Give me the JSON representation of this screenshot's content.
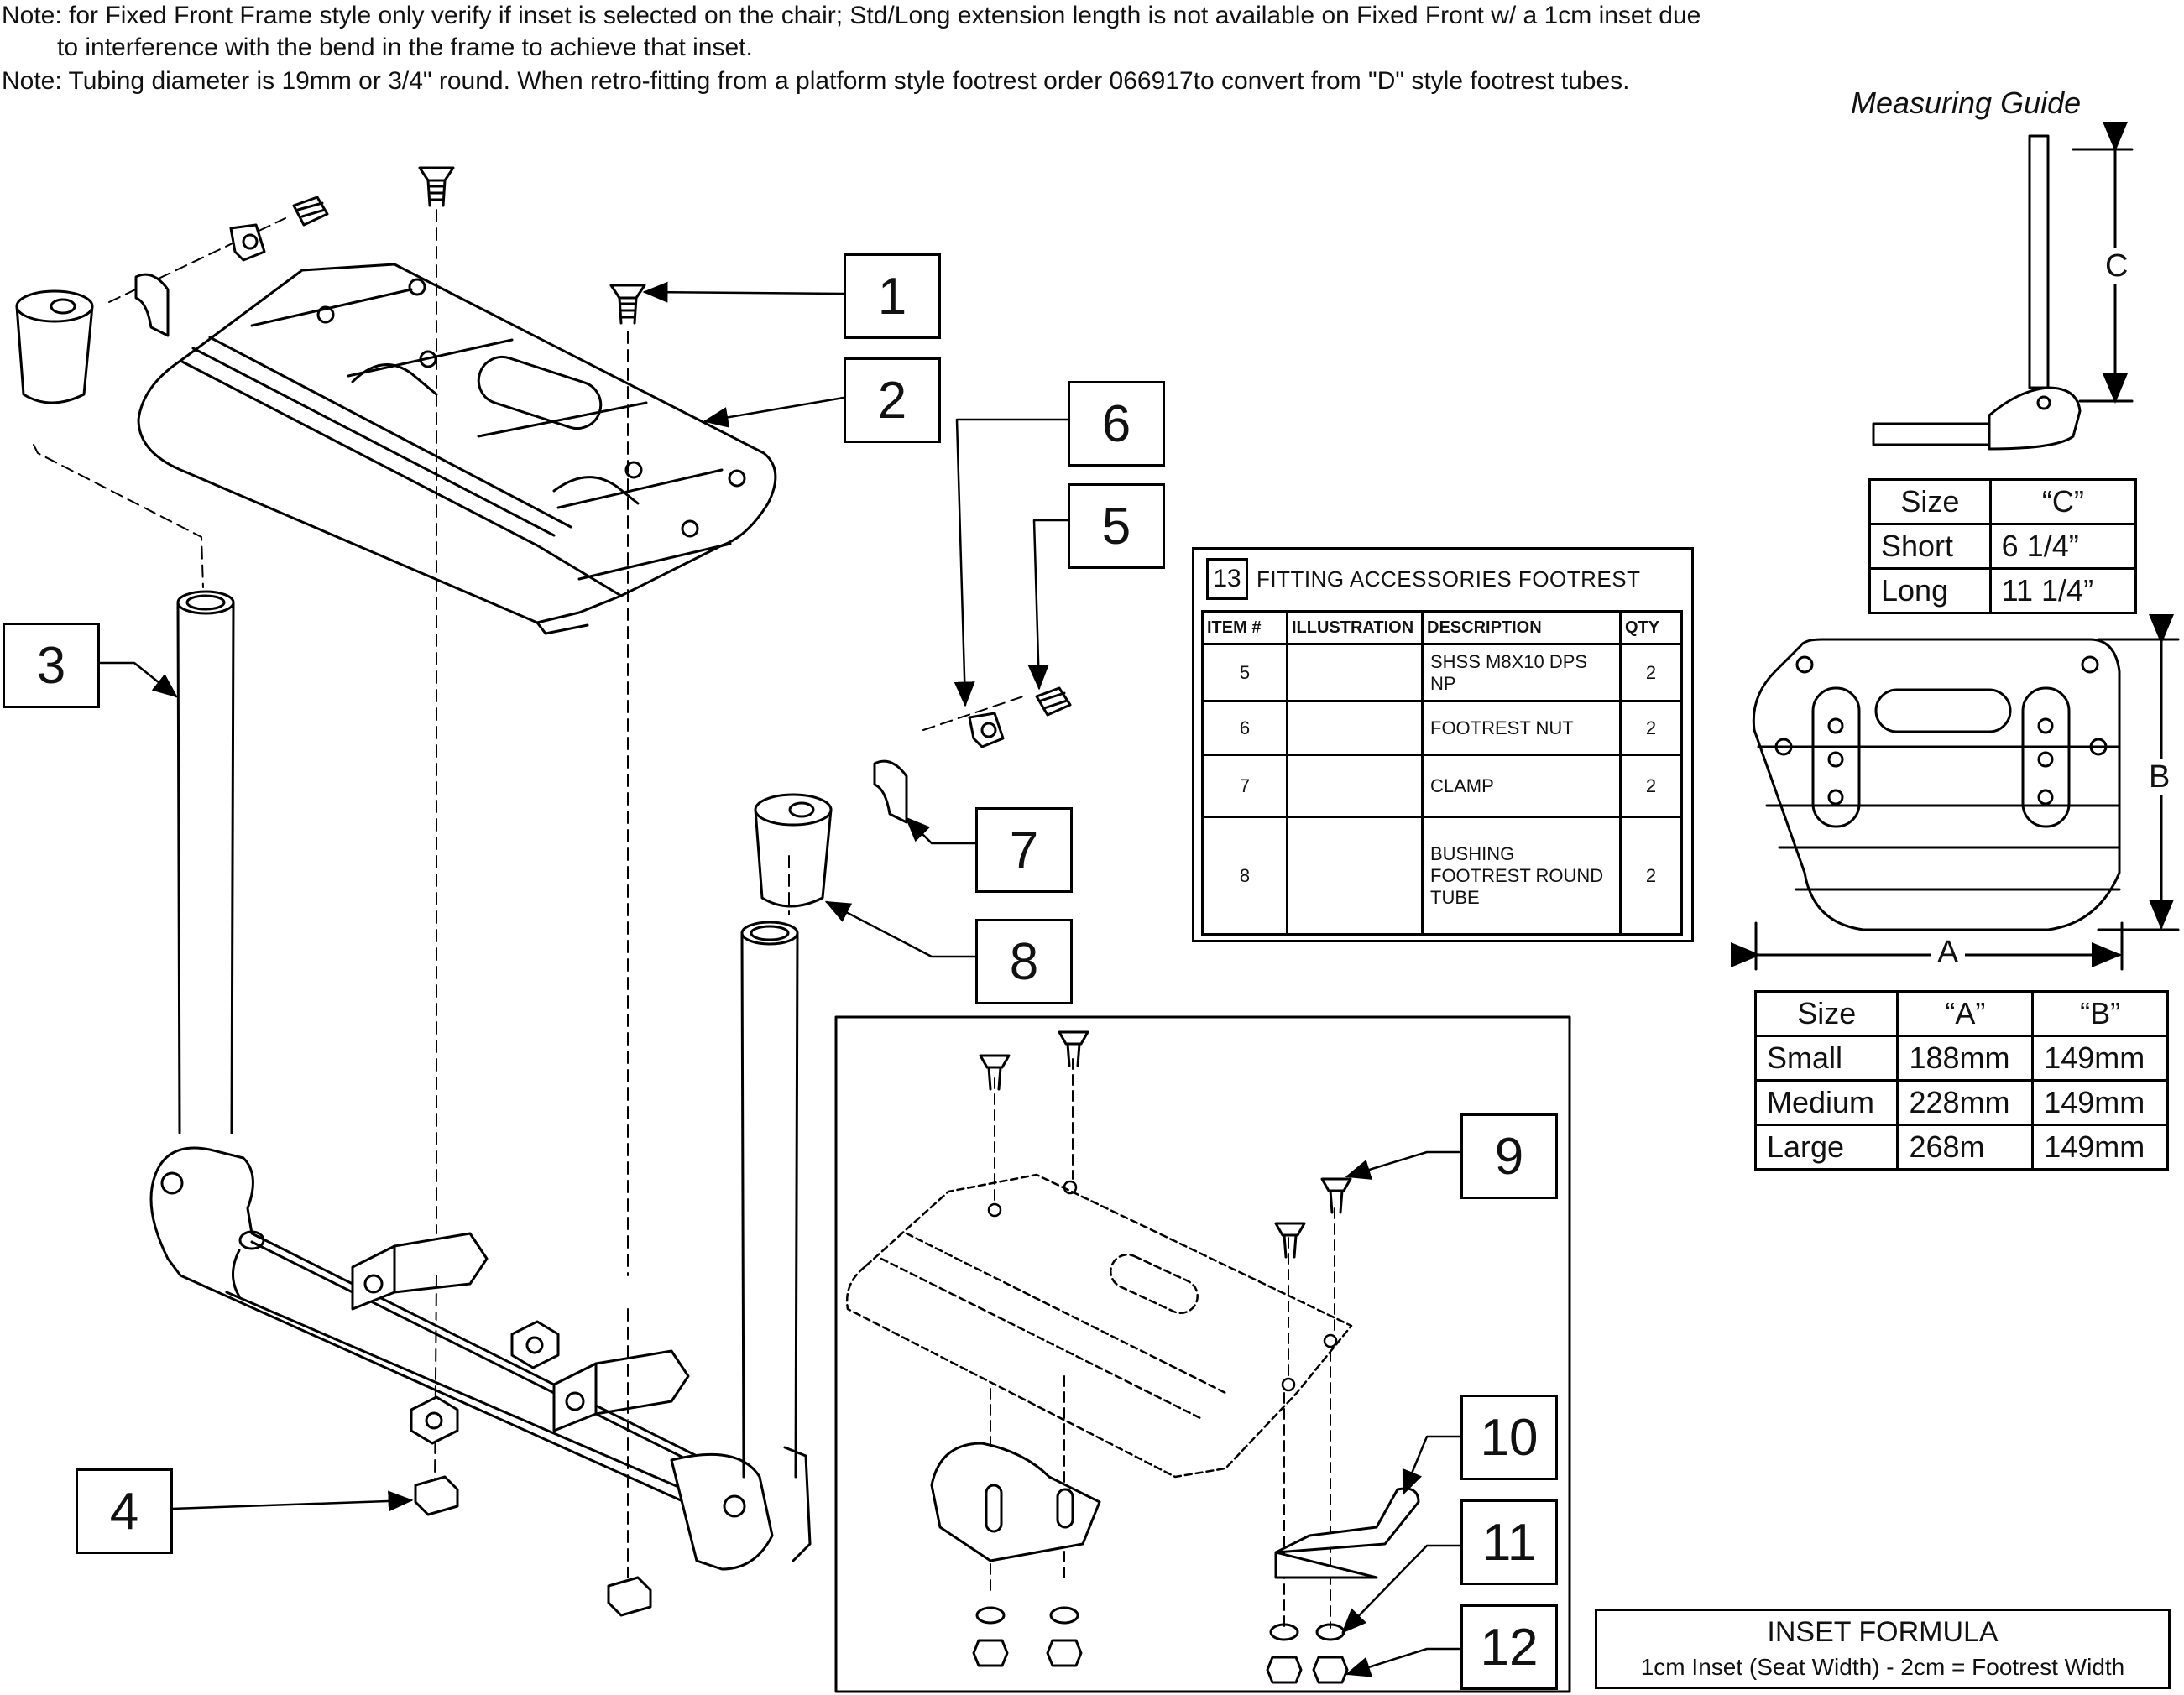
{
  "notes": [
    "Note: for Fixed Front Frame style only verify if inset is selected on the chair; Std/Long extension length is not available on Fixed Front w/ a 1cm inset due",
    "to interference with the bend in the frame to achieve that inset.",
    "Note: Tubing diameter is 19mm or 3/4\" round. When retro-fitting from a platform style footrest order 066917to convert from \"D\" style footrest tubes."
  ],
  "measuring_guide": {
    "title": "Measuring Guide",
    "dim_c": "C",
    "dim_a": "A",
    "dim_b": "B",
    "c_table": {
      "headers": [
        "Size",
        "“C”"
      ],
      "rows": [
        [
          "Short",
          "6 1/4”"
        ],
        [
          "Long",
          "11 1/4”"
        ]
      ]
    },
    "ab_table": {
      "headers": [
        "Size",
        "“A”",
        "“B”"
      ],
      "rows": [
        [
          "Small",
          "188mm",
          "149mm"
        ],
        [
          "Medium",
          "228mm",
          "149mm"
        ],
        [
          "Large",
          "268m",
          "149mm"
        ]
      ]
    }
  },
  "callouts": [
    "1",
    "2",
    "3",
    "4",
    "5",
    "6",
    "7",
    "8",
    "9",
    "10",
    "11",
    "12"
  ],
  "accessories": {
    "number": "13",
    "title": "FITTING ACCESSORIES FOOTREST",
    "headers": [
      "ITEM #",
      "ILLUSTRATION",
      "DESCRIPTION",
      "QTY"
    ],
    "rows": [
      {
        "item": "5",
        "description": "SHSS M8X10 DPS NP",
        "qty": "2",
        "icon": "set-screw-icon"
      },
      {
        "item": "6",
        "description": "FOOTREST NUT",
        "qty": "2",
        "icon": "footrest-nut-icon"
      },
      {
        "item": "7",
        "description": "CLAMP",
        "qty": "2",
        "icon": "clamp-icon"
      },
      {
        "item": "8",
        "description": "BUSHING FOOTREST ROUND TUBE",
        "qty": "2",
        "icon": "bushing-icon"
      }
    ]
  },
  "inset_formula": {
    "title": "INSET FORMULA",
    "formula": "1cm Inset (Seat Width) - 2cm = Footrest Width"
  }
}
